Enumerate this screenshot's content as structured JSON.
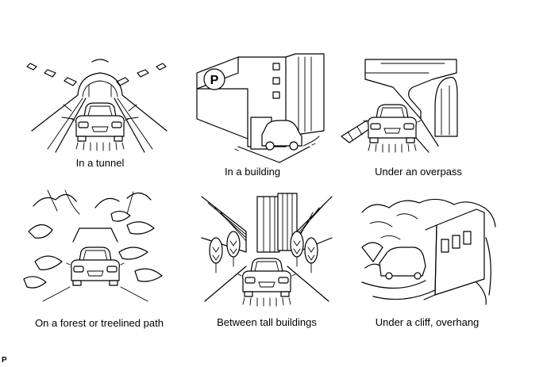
{
  "panels": [
    {
      "id": "tunnel",
      "caption": "In a tunnel"
    },
    {
      "id": "building",
      "caption": "In a building"
    },
    {
      "id": "overpass",
      "caption": "Under an overpass"
    },
    {
      "id": "forest",
      "caption": "On a forest or treelined path"
    },
    {
      "id": "tall-buildings",
      "caption": "Between tall buildings"
    },
    {
      "id": "cliff",
      "caption": "Under a cliff, overhang"
    }
  ],
  "parking_sign": "P",
  "footer_mark": "P"
}
